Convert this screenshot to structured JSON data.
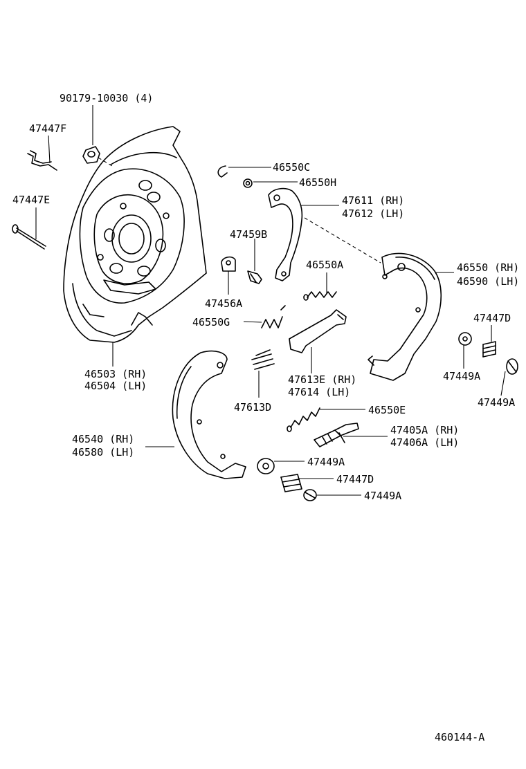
{
  "diagram": {
    "code": "460144-A",
    "callouts": [
      {
        "id": "c1",
        "lines": [
          "90179-10030 (4)"
        ]
      },
      {
        "id": "c2",
        "lines": [
          "47447F"
        ]
      },
      {
        "id": "c3",
        "lines": [
          "47447E"
        ]
      },
      {
        "id": "c4",
        "lines": [
          "46503 (RH)",
          "46504 (LH)"
        ]
      },
      {
        "id": "c5",
        "lines": [
          "46550C"
        ]
      },
      {
        "id": "c6",
        "lines": [
          "46550H"
        ]
      },
      {
        "id": "c7",
        "lines": [
          "47611 (RH)",
          "47612 (LH)"
        ]
      },
      {
        "id": "c8",
        "lines": [
          "47459B"
        ]
      },
      {
        "id": "c9",
        "lines": [
          "47456A"
        ]
      },
      {
        "id": "c10",
        "lines": [
          "46550A"
        ]
      },
      {
        "id": "c11",
        "lines": [
          "46550 (RH)",
          "46590 (LH)"
        ]
      },
      {
        "id": "c12",
        "lines": [
          "46550G"
        ]
      },
      {
        "id": "c13",
        "lines": [
          "47447D"
        ]
      },
      {
        "id": "c14",
        "lines": [
          "47613E (RH)",
          "47614  (LH)"
        ]
      },
      {
        "id": "c15",
        "lines": [
          "47449A"
        ]
      },
      {
        "id": "c16",
        "lines": [
          "47449A"
        ]
      },
      {
        "id": "c17",
        "lines": [
          "47613D"
        ]
      },
      {
        "id": "c18",
        "lines": [
          "46540 (RH)",
          "46580 (LH)"
        ]
      },
      {
        "id": "c19",
        "lines": [
          "46550E"
        ]
      },
      {
        "id": "c20",
        "lines": [
          "47405A (RH)",
          "47406A (LH)"
        ]
      },
      {
        "id": "c21",
        "lines": [
          "47449A"
        ]
      },
      {
        "id": "c22",
        "lines": [
          "47447D"
        ]
      },
      {
        "id": "c23",
        "lines": [
          "47449A"
        ]
      }
    ]
  }
}
